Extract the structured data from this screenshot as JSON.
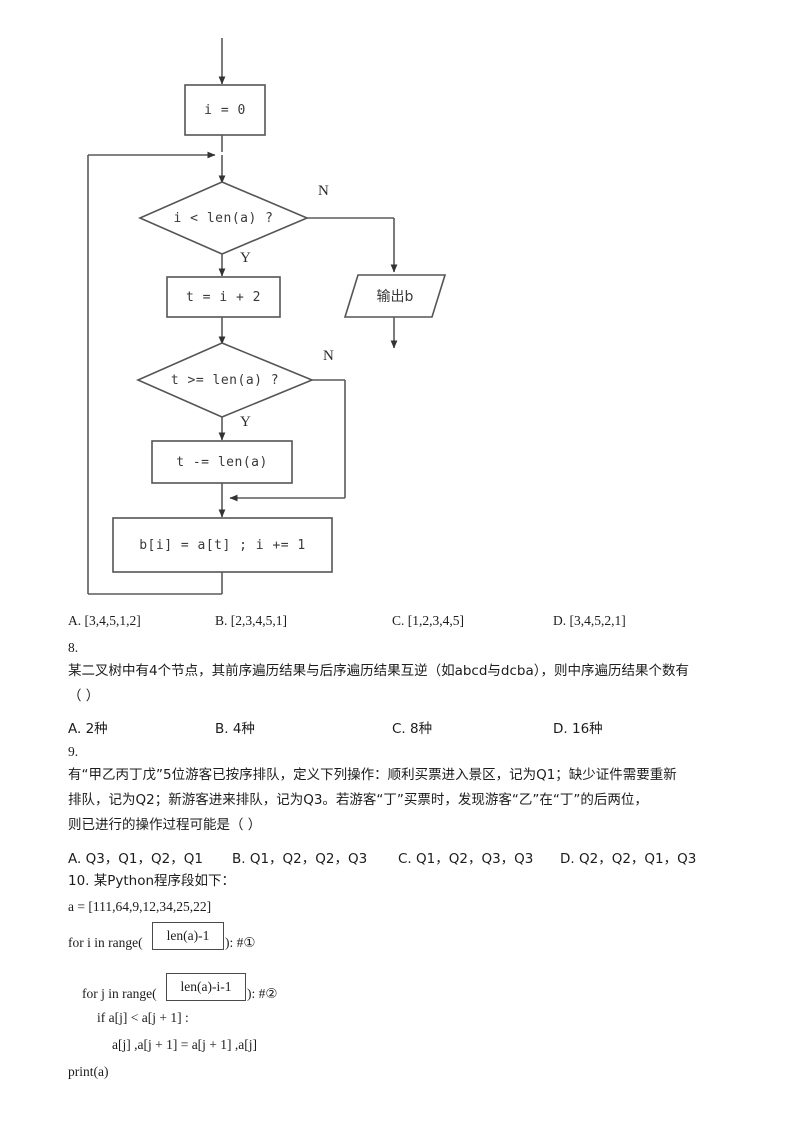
{
  "flowchart": {
    "nodes": {
      "init": "i = 0",
      "cond1": "i < len(a) ?",
      "assign_t": "t = i + 2",
      "output": "输出b",
      "cond2": "t >= len(a) ?",
      "adjust_t": "t -= len(a)",
      "body": "b[i] = a[t] ; i += 1"
    },
    "branches": {
      "cond1_no": "N",
      "cond1_yes": "Y",
      "cond2_no": "N",
      "cond2_yes": "Y"
    }
  },
  "questions": [
    {
      "number": "",
      "options": [
        "A. [3,4,5,1,2]",
        "B. [2,3,4,5,1]",
        "C. [1,2,3,4,5]",
        "D. [3,4,5,2,1]"
      ]
    },
    {
      "number": "8.",
      "stem_lines": [
        "某二叉树中有4个节点，其前序遍历结果与后序遍历结果互逆（如abcd与dcba），则中序遍历结果个数有",
        "（ ）"
      ],
      "options": [
        "A. 2种",
        "B. 4种",
        "C. 8种",
        "D. 16种"
      ]
    },
    {
      "number": "9.",
      "stem_lines": [
        "有“甲乙丙丁戊”5位游客已按序排队，定义下列操作：顺利买票进入景区，记为Q1；缺少证件需要重新",
        "排队，记为Q2；新游客进来排队，记为Q3。若游客“丁”买票时，发现游客“乙”在“丁”的后两位，",
        "则已进行的操作过程可能是（ ）"
      ],
      "options": [
        "A. Q3，Q1，Q2，Q1",
        "B. Q1，Q2，Q2，Q3",
        "C. Q1，Q2，Q3，Q3",
        "D. Q2，Q2，Q1，Q3"
      ]
    },
    {
      "number": "10.",
      "stem": "10. 某Python程序段如下：",
      "code": {
        "line_a": "a = [111,64,9,12,34,25,22]",
        "for_i_prefix": "for i in range(",
        "blank1": "len(a)-1",
        "for_i_suffix": "): #①",
        "for_j_prefix": "for j in range(",
        "blank2": "len(a)-i-1",
        "for_j_suffix": "): #②",
        "if_line": "if a[j] < a[j + 1] :",
        "swap_line": "a[j] ,a[j + 1] = a[j + 1] ,a[j]",
        "print_line": "print(a)"
      }
    }
  ]
}
